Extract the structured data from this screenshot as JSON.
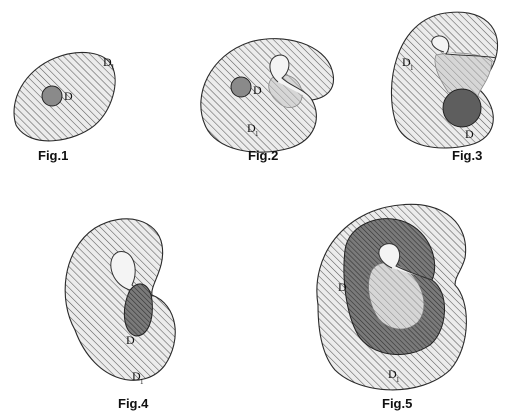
{
  "figures": [
    {
      "caption": "Fig.1",
      "label_inner": "D",
      "label_outer": "D",
      "outer_subscript": "1"
    },
    {
      "caption": "Fig.2",
      "label_inner": "D",
      "label_outer": "D",
      "outer_subscript": "1"
    },
    {
      "caption": "Fig.3",
      "label_inner": "D",
      "label_outer": "D",
      "outer_subscript": "1"
    },
    {
      "caption": "Fig.4",
      "label_inner": "D",
      "label_outer": "D",
      "outer_subscript": "1"
    },
    {
      "caption": "Fig.5",
      "label_inner": "D",
      "label_outer": "D",
      "outer_subscript": "1"
    }
  ],
  "colors": {
    "hatch": "#555555",
    "inner_fill": "#8a8a8a",
    "dark_fill": "#5e5e5e",
    "ghost_fill": "#c9c9c9"
  }
}
